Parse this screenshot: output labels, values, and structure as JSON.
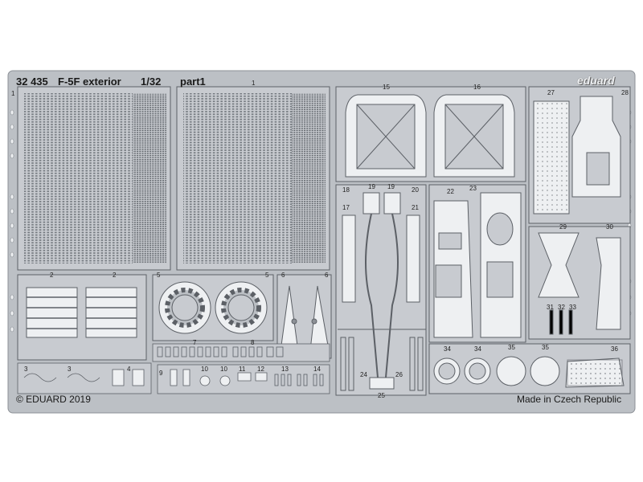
{
  "header": {
    "kit_number": "32 435",
    "title": "F-5F exterior",
    "scale": "1/32",
    "part": "part1",
    "brand": "eduard"
  },
  "footer": {
    "copyright": "© EDUARD 2019",
    "origin": "Made in Czech Republic"
  },
  "part_numbers": [
    "1",
    "1",
    "2",
    "2",
    "3",
    "3",
    "4",
    "5",
    "5",
    "6",
    "6",
    "7",
    "8",
    "9",
    "10",
    "10",
    "11",
    "12",
    "13",
    "14",
    "15",
    "16",
    "17",
    "18",
    "19",
    "19",
    "20",
    "21",
    "22",
    "23",
    "24",
    "25",
    "26",
    "27",
    "28",
    "29",
    "30",
    "31",
    "32",
    "33",
    "34",
    "34",
    "35",
    "35",
    "36"
  ],
  "colors": {
    "background": "#ffffff",
    "fret": "#bcc0c5",
    "part": "#c8cbd0",
    "etch": "#6f747a",
    "outline": "#5c6066"
  }
}
